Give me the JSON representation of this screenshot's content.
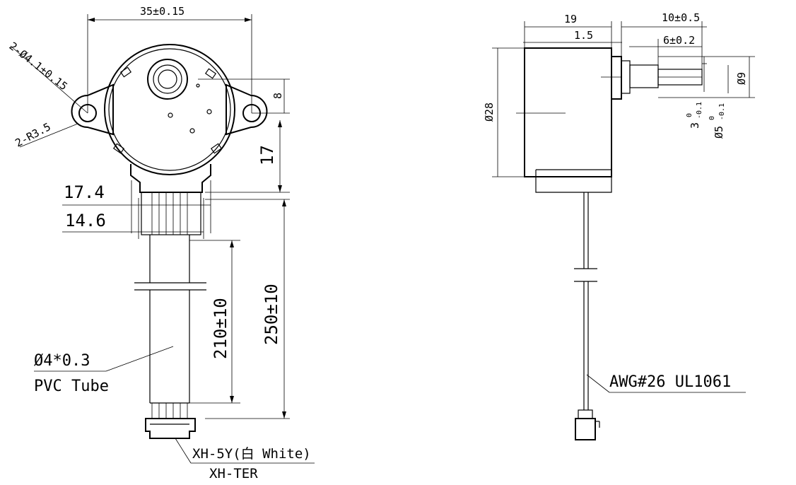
{
  "dimensions": {
    "width_35": "35±0.15",
    "holes": "2-Ø4.1±0.15",
    "radius": "2-R3.5",
    "d8": "8",
    "d17": "17",
    "d17_4": "17.4",
    "d14_6": "14.6",
    "d210": "210±10",
    "d250": "250±10",
    "d19": "19",
    "d10": "10±0.5",
    "d1_5": "1.5",
    "d6": "6±0.2",
    "d28": "Ø28",
    "d9": "Ø9",
    "d3": "3",
    "d3_up": "0",
    "d3_low": "-0.1",
    "d5": "Ø5",
    "d5_up": "0",
    "d5_low": "-0.1"
  },
  "labels": {
    "tube_size": "Ø4*0.3",
    "tube_name": "PVC Tube",
    "connector": "XH-5Y(白 White)",
    "terminal": "XH-TER",
    "wire": "AWG#26  UL1061"
  },
  "colors": {
    "line": "#000000",
    "background": "#ffffff"
  }
}
